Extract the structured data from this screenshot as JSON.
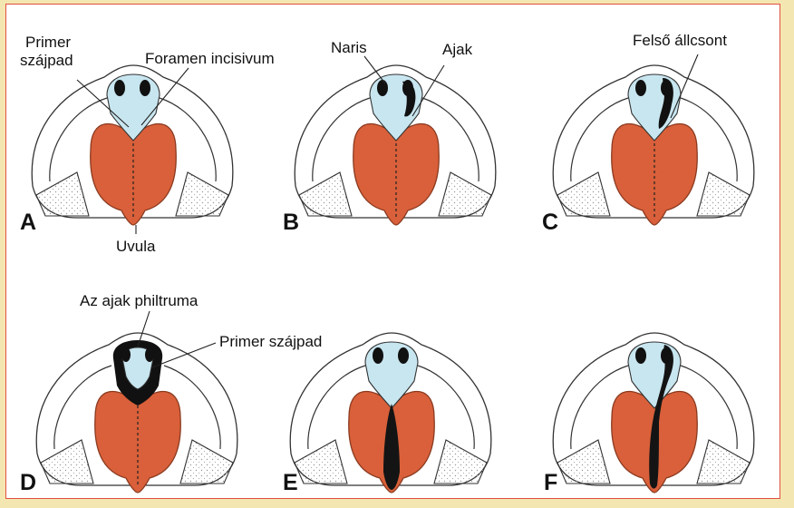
{
  "figure": {
    "panels": [
      {
        "letter": "A"
      },
      {
        "letter": "B"
      },
      {
        "letter": "C"
      },
      {
        "letter": "D"
      },
      {
        "letter": "E"
      },
      {
        "letter": "F"
      }
    ],
    "labels": {
      "primer_szajpad_line1": "Primer",
      "primer_szajpad_line2": "szájpad",
      "foramen_incisivum": "Foramen incisivum",
      "uvula": "Uvula",
      "naris": "Naris",
      "ajak": "Ajak",
      "felso_allcsont": "Felső állcsont",
      "philtrum": "Az ajak philtruma",
      "primer_szajpad_d": "Primer szájpad"
    },
    "colors": {
      "palate": "#d9603a",
      "palate_dark": "#b84a2a",
      "premaxilla": "#c8e6f0",
      "cleft": "#141414",
      "outline": "#333333",
      "frame_border": "#e05040",
      "background": "#f4e6b0"
    }
  }
}
